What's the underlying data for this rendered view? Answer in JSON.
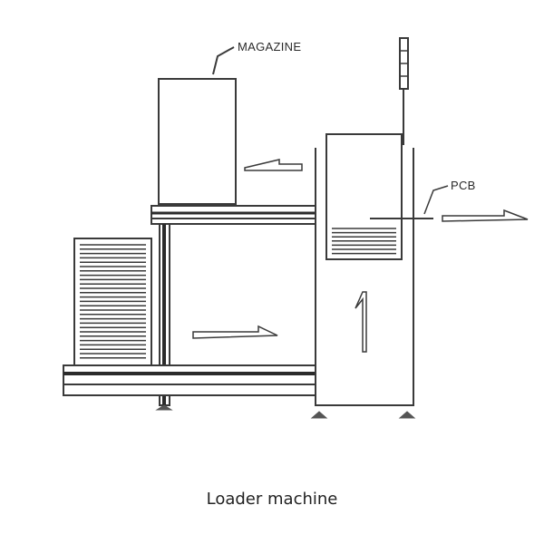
{
  "labels": {
    "magazine": "MAGAZINE",
    "pcb": "PCB"
  },
  "caption": "Loader machine",
  "colors": {
    "line": "#3a3a3a",
    "dark": "#2b2b2b",
    "background": "#ffffff"
  }
}
